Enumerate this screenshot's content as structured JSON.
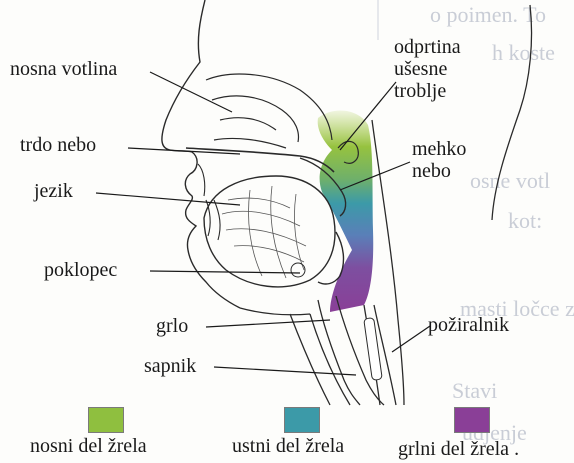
{
  "labels": {
    "nosna_votlina": "nosna votlina",
    "trdo_nebo": "trdo nebo",
    "jezik": "jezik",
    "poklopec": "poklopec",
    "grlo": "grlo",
    "sapnik": "sapnik",
    "odprtina_usesne_troblje": "odprtina\nušesne\ntroblje",
    "mehko_nebo": "mehko\nnebo",
    "poziralnik": "požiralnik"
  },
  "legend": [
    {
      "label": "nosni del žrela",
      "color": "#8fbf3f"
    },
    {
      "label": "ustni del žrela",
      "color": "#3c9aa8"
    },
    {
      "label": "grlni del žrela",
      "color": "#8a3f97"
    }
  ],
  "legend_suffix": ".",
  "background_fragments": [
    "o poimen. To",
    "h koste",
    "osne votl",
    "kot:",
    "masti ločce z",
    "Stavi",
    "udjenje"
  ]
}
